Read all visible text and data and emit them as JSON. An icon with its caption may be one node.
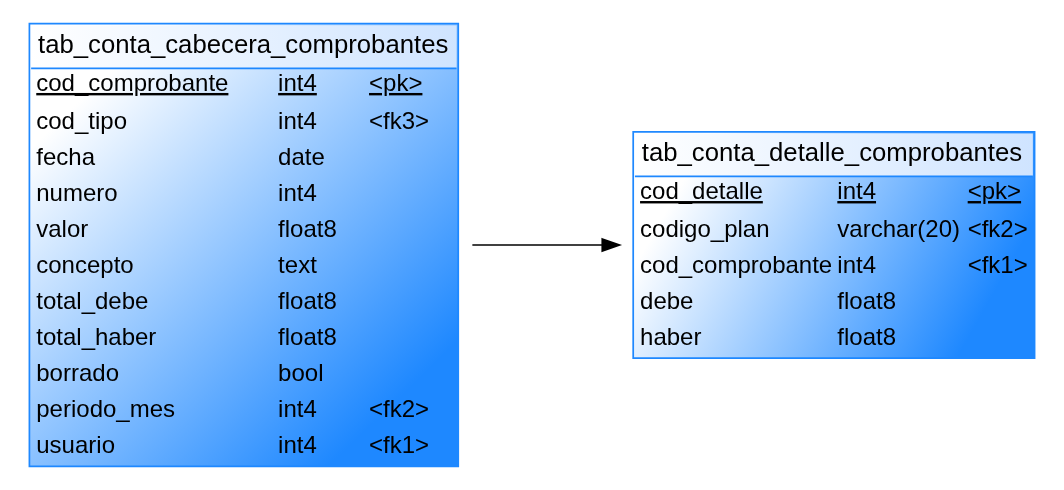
{
  "diagram": {
    "nodes": [
      {
        "text": [
          "tab_conta_cabecera_comprobantes",
          "cod_comprobante int4 <pk>",
          "cod_tipo int4 <fk3>",
          "fecha date",
          "numero int4",
          "valor float8",
          "concepto text",
          "total_debe float8",
          "total_haber float8",
          "borrado bool",
          "periodo_mes int4 <fk2>",
          "usuario int4 <fk1>"
        ]
      },
      {
        "text": [
          "tab_conta_detalle_comprobantes",
          "cod_detalle int4 <pk>",
          "codigo_plan varchar(20) <fk2>",
          "cod_comprobante int4 <fk1>",
          "debe float8",
          "haber float8"
        ]
      }
    ],
    "edges": [
      {
        "from": 0,
        "to": 1,
        "arrow": "to"
      }
    ]
  }
}
